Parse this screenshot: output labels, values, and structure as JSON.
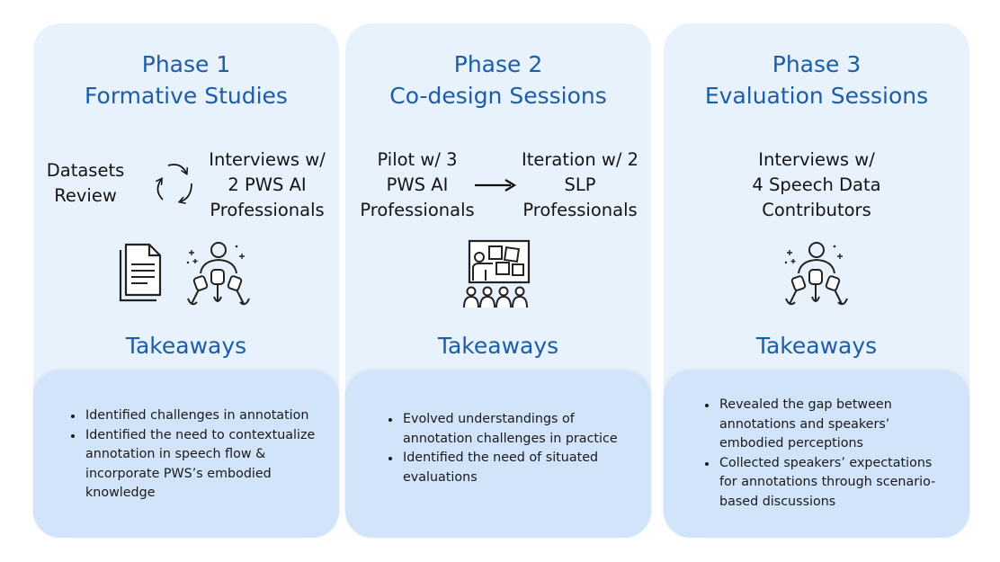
{
  "phases": [
    {
      "title_line1": "Phase 1",
      "title_line2": "Formative Studies",
      "left_text": [
        "Datasets",
        "Review"
      ],
      "right_text": [
        "Interviews w/",
        "2 PWS AI",
        "Professionals"
      ],
      "takeaways_label": "Takeaways",
      "takeaways": [
        "Identified challenges in annotation",
        "Identified the need to contextualize annotation in speech flow & incorporate PWS’s embodied knowledge"
      ],
      "icons": [
        "cycle-arrows-icon",
        "document-icon",
        "interview-microphones-icon"
      ]
    },
    {
      "title_line1": "Phase 2",
      "title_line2": "Co-design Sessions",
      "left_text": [
        "Pilot w/ 3",
        "PWS AI",
        "Professionals"
      ],
      "right_text": [
        "Iteration w/ 2",
        "SLP",
        "Professionals"
      ],
      "takeaways_label": "Takeaways",
      "takeaways": [
        "Evolved understandings of annotation challenges in practice",
        "Identified the need of situated evaluations"
      ],
      "icons": [
        "right-arrow-icon",
        "workshop-board-icon"
      ]
    },
    {
      "title_line1": "Phase 3",
      "title_line2": "Evaluation Sessions",
      "center_text": [
        "Interviews w/",
        "4 Speech Data",
        "Contributors"
      ],
      "takeaways_label": "Takeaways",
      "takeaways": [
        "Revealed the gap between annotations and speakers’ embodied perceptions",
        "Collected speakers’ expectations for annotations through scenario-based discussions"
      ],
      "icons": [
        "interview-microphones-icon"
      ]
    }
  ],
  "colors": {
    "title_blue": "#1c5ca8",
    "panel_bg": "#e8f2fc",
    "takeaway_bg": "#d1e4fa"
  }
}
